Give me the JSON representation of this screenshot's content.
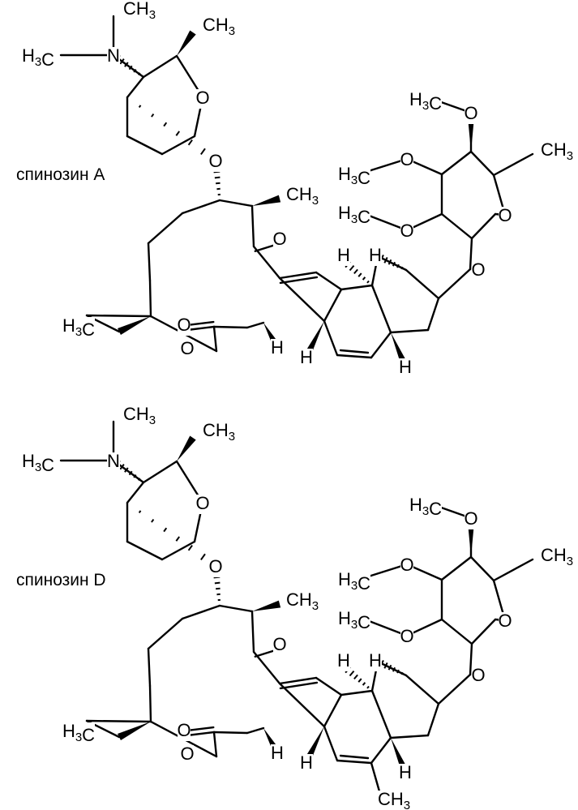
{
  "compounds": [
    {
      "label": "спинозин A",
      "atoms": {
        "n_methyl_top": "CH3",
        "n_methyl_left": "H3C",
        "nitrogen": "N",
        "amino_sugar_methyl": "CH3",
        "amino_sugar_ring_oxygen": "O",
        "glycoside_oxygen_left": "O",
        "macrolide_methyl": "CH3",
        "ketone_oxygen": "O",
        "ester_carbonyl_oxygen": "O",
        "ester_ring_oxygen": "O",
        "ethyl_methyl": "H3C",
        "rhamnose_methoxy_top": "H3C",
        "rhamnose_methoxy_top_o": "O",
        "rhamnose_methoxy_mid": "H3C",
        "rhamnose_methoxy_mid_o": "O",
        "rhamnose_methoxy_low": "H3C",
        "rhamnose_methoxy_low_o": "O",
        "rhamnose_methyl": "CH3",
        "rhamnose_ring_oxygen": "O",
        "glycoside_oxygen_right": "O",
        "h_1": "H",
        "h_2": "H",
        "h_3": "H",
        "h_4": "H",
        "h_5": "H"
      }
    },
    {
      "label": "спинозин D",
      "atoms": {
        "n_methyl_top": "CH3",
        "n_methyl_left": "H3C",
        "nitrogen": "N",
        "amino_sugar_methyl": "CH3",
        "amino_sugar_ring_oxygen": "O",
        "glycoside_oxygen_left": "O",
        "macrolide_methyl": "CH3",
        "ketone_oxygen": "O",
        "ester_carbonyl_oxygen": "O",
        "ester_ring_oxygen": "O",
        "ethyl_methyl": "H3C",
        "rhamnose_methoxy_top": "H3C",
        "rhamnose_methoxy_top_o": "O",
        "rhamnose_methoxy_mid": "H3C",
        "rhamnose_methoxy_mid_o": "O",
        "rhamnose_methoxy_low": "H3C",
        "rhamnose_methoxy_low_o": "O",
        "rhamnose_methyl": "CH3",
        "rhamnose_ring_oxygen": "O",
        "glycoside_oxygen_right": "O",
        "h_1": "H",
        "h_2": "H",
        "h_3": "H",
        "h_4": "H",
        "h_5": "H",
        "ring_methyl": "CH3"
      }
    }
  ]
}
